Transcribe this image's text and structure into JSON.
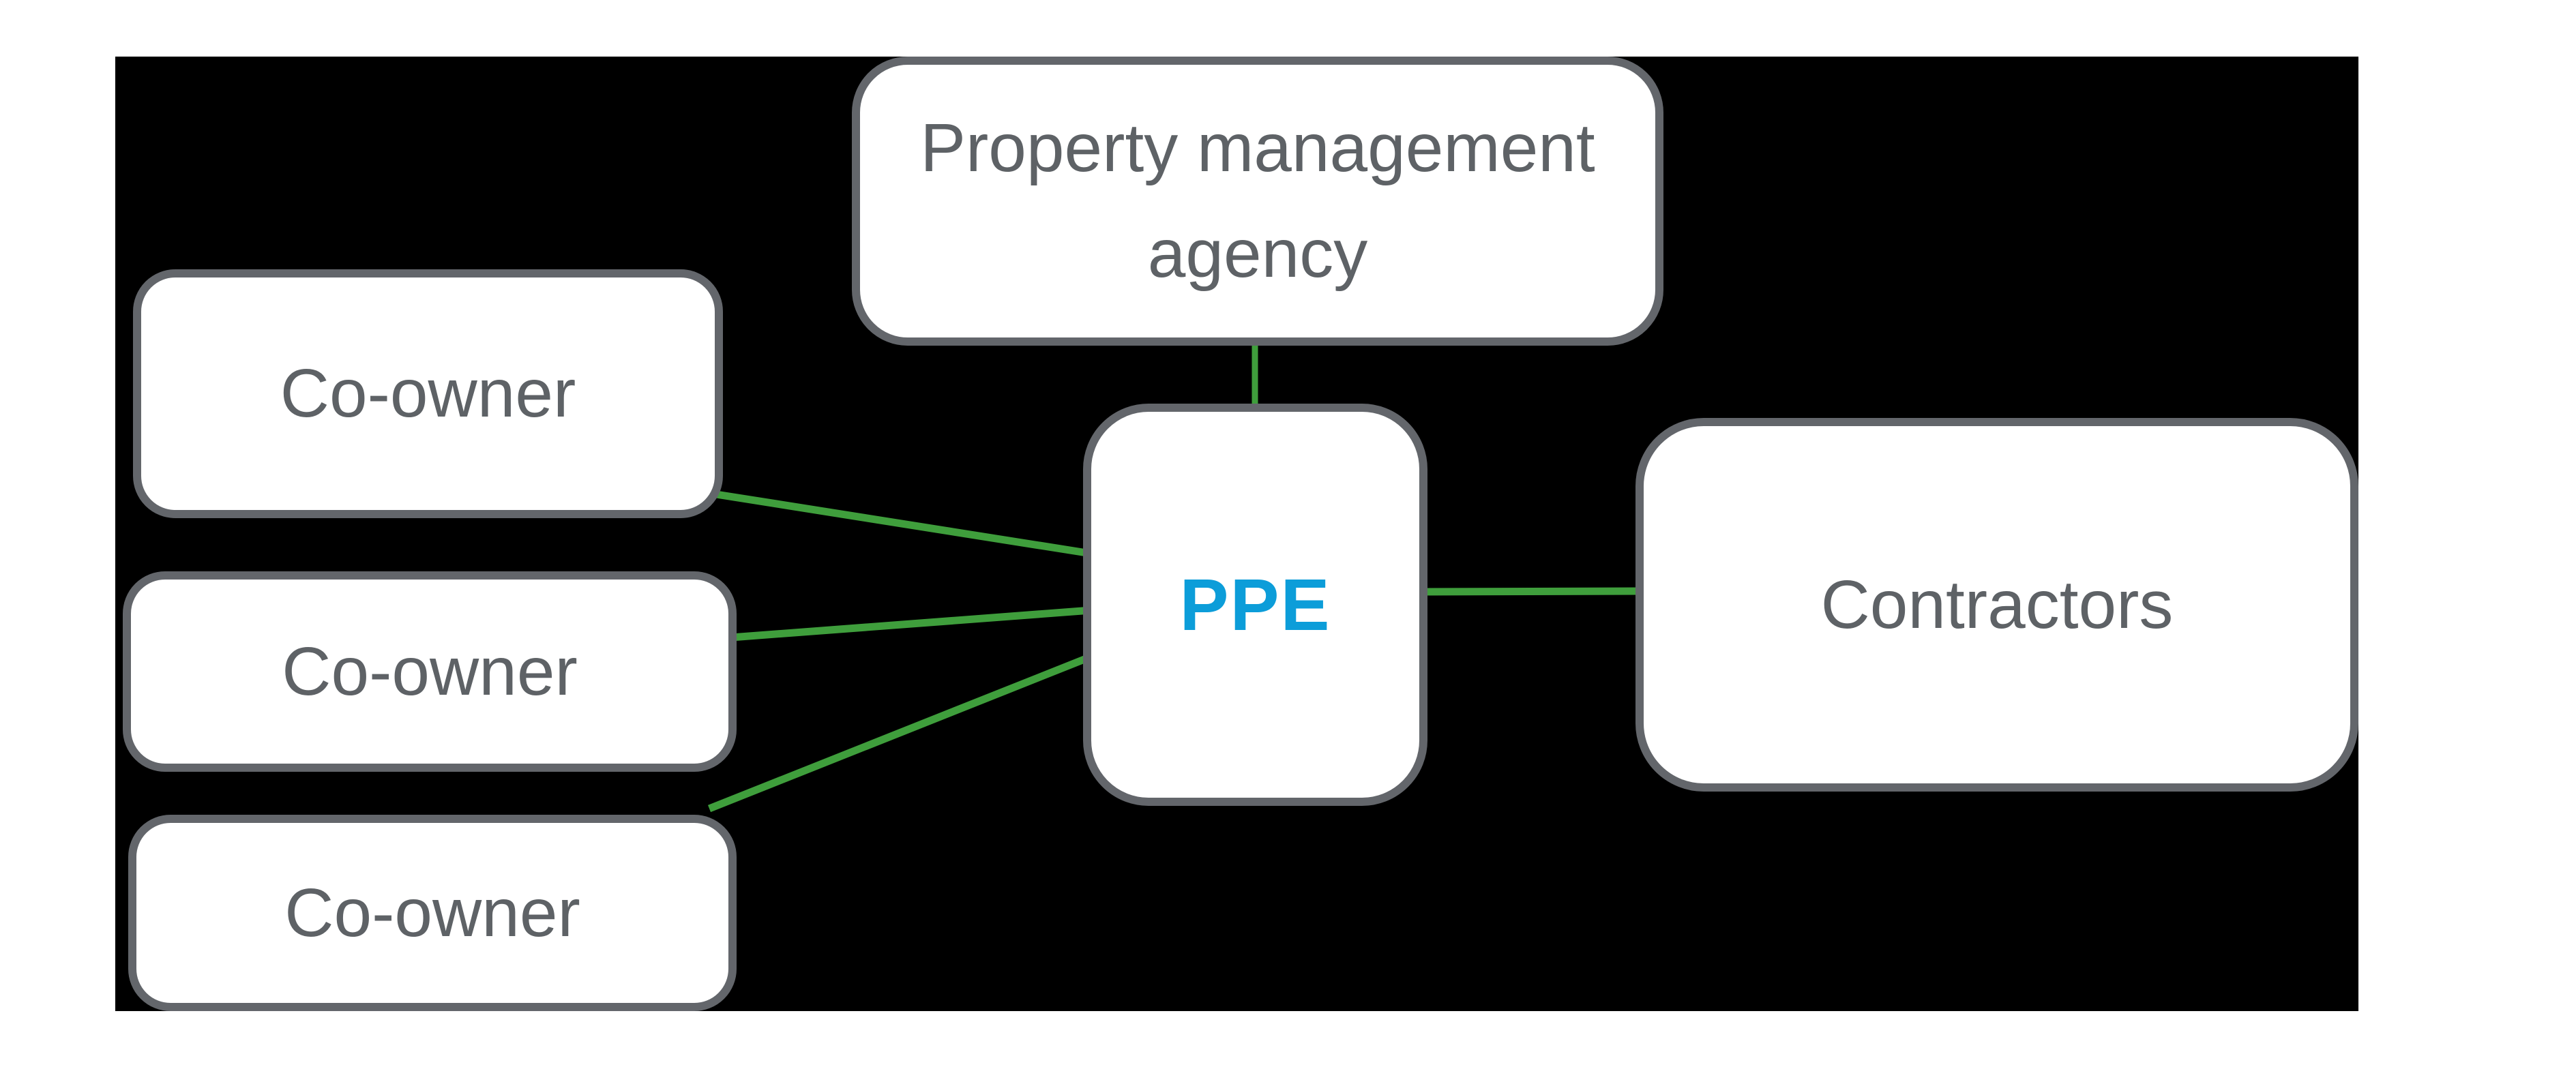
{
  "diagram": {
    "background_color": "#000000",
    "page_color": "#ffffff",
    "edge_color": "#3f9e3c",
    "node_border_color": "#63666b",
    "node_fill_color": "#ffffff",
    "node_text_color": "#5e6266",
    "nodes": {
      "agency": {
        "label": "Property management agency",
        "text_color": "#5e6266"
      },
      "co_owner_1": {
        "label": "Co-owner",
        "text_color": "#5e6266"
      },
      "co_owner_2": {
        "label": "Co-owner",
        "text_color": "#5e6266"
      },
      "co_owner_3": {
        "label": "Co-owner",
        "text_color": "#5e6266"
      },
      "ppe": {
        "label": "PPE",
        "text_color": "#0c9dd9"
      },
      "contractors": {
        "label": "Contractors",
        "text_color": "#5e6266"
      }
    },
    "edges": [
      {
        "from": "agency",
        "to": "ppe"
      },
      {
        "from": "co_owner_1",
        "to": "ppe"
      },
      {
        "from": "co_owner_2",
        "to": "ppe"
      },
      {
        "from": "co_owner_3",
        "to": "ppe"
      },
      {
        "from": "ppe",
        "to": "contractors"
      }
    ]
  }
}
